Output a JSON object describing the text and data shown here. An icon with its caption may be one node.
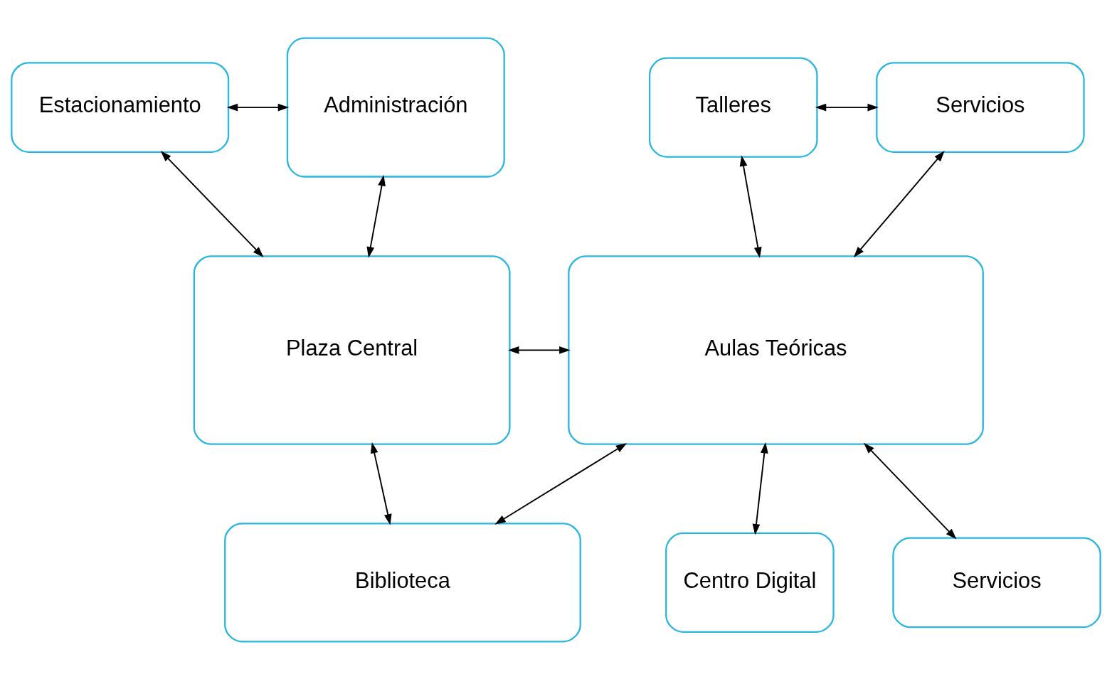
{
  "diagram": {
    "nodes": [
      {
        "text": [
          "Estacionamiento"
        ]
      },
      {
        "text": [
          "Administración"
        ]
      },
      {
        "text": [
          "Plaza Central"
        ]
      },
      {
        "text": [
          "Biblioteca"
        ]
      },
      {
        "text": [
          "Talleres"
        ]
      },
      {
        "text": [
          "Servicios"
        ]
      },
      {
        "text": [
          "Aulas Teóricas"
        ]
      },
      {
        "text": [
          "Centro Digital"
        ]
      },
      {
        "text": [
          "Servicios"
        ]
      }
    ],
    "edges": [
      {
        "from": 0,
        "to": 1,
        "arrow": "both"
      },
      {
        "from": 0,
        "to": 2,
        "arrow": "both"
      },
      {
        "from": 1,
        "to": 2,
        "arrow": "both"
      },
      {
        "from": 2,
        "to": 3,
        "arrow": "both"
      },
      {
        "from": 2,
        "to": 6,
        "arrow": "both"
      },
      {
        "from": 3,
        "to": 6,
        "arrow": "both"
      },
      {
        "from": 4,
        "to": 5,
        "arrow": "both"
      },
      {
        "from": 4,
        "to": 6,
        "arrow": "both"
      },
      {
        "from": 5,
        "to": 6,
        "arrow": "both"
      },
      {
        "from": 6,
        "to": 7,
        "arrow": "both"
      },
      {
        "from": 6,
        "to": 8,
        "arrow": "both"
      }
    ]
  }
}
